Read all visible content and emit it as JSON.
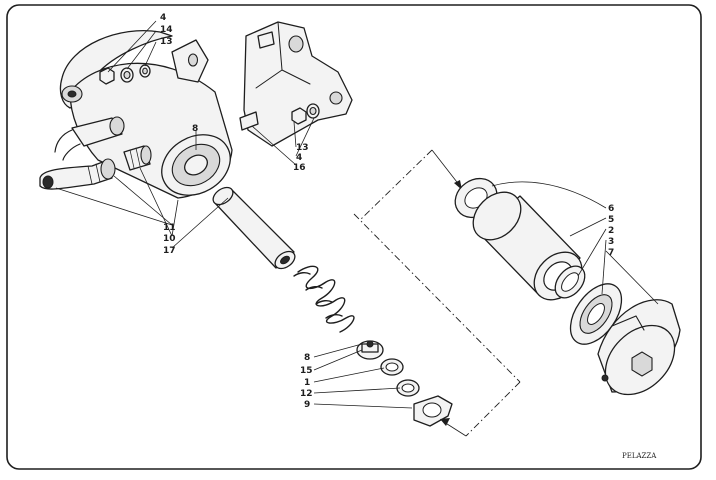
{
  "diagram": {
    "callouts": [
      {
        "id": "c4a",
        "text": "4"
      },
      {
        "id": "c14a",
        "text": "14"
      },
      {
        "id": "c13a",
        "text": "13"
      },
      {
        "id": "c8a",
        "text": "8"
      },
      {
        "id": "c13b",
        "text": "13"
      },
      {
        "id": "c4b",
        "text": "4"
      },
      {
        "id": "c16",
        "text": "16"
      },
      {
        "id": "c11",
        "text": "11"
      },
      {
        "id": "c10",
        "text": "10"
      },
      {
        "id": "c17",
        "text": "17"
      },
      {
        "id": "c6",
        "text": "6"
      },
      {
        "id": "c5",
        "text": "5"
      },
      {
        "id": "c2",
        "text": "2"
      },
      {
        "id": "c3",
        "text": "3"
      },
      {
        "id": "c7",
        "text": "7"
      },
      {
        "id": "c8b",
        "text": "8"
      },
      {
        "id": "c15",
        "text": "15"
      },
      {
        "id": "c1",
        "text": "1"
      },
      {
        "id": "c12",
        "text": "12"
      },
      {
        "id": "c9",
        "text": "9"
      }
    ],
    "credit": "PELAZZA"
  }
}
